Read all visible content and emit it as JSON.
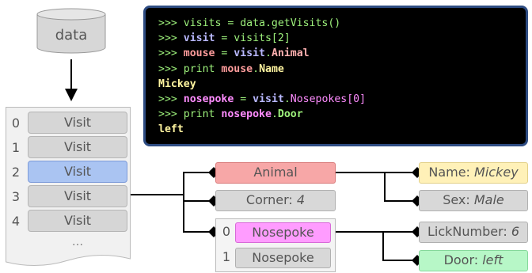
{
  "database": {
    "label": "data"
  },
  "visits": {
    "indices": [
      "0",
      "1",
      "2",
      "3",
      "4"
    ],
    "item_label": "Visit",
    "selected_index": 2,
    "more": "..."
  },
  "code": {
    "lines": [
      [
        {
          "t": ">>> visits = data.getVisits()",
          "c": "p"
        }
      ],
      [
        {
          "t": ">>> ",
          "c": "p"
        },
        {
          "t": "visit",
          "c": "v"
        },
        {
          "t": " = visits[2]",
          "c": "p"
        }
      ],
      [
        {
          "t": ">>> ",
          "c": "p"
        },
        {
          "t": "mouse",
          "c": "m"
        },
        {
          "t": " = ",
          "c": "p"
        },
        {
          "t": "visit",
          "c": "v"
        },
        {
          "t": ".",
          "c": "p"
        },
        {
          "t": "Animal",
          "c": "mb"
        }
      ],
      [
        {
          "t": ">>> print ",
          "c": "p"
        },
        {
          "t": "mouse",
          "c": "m"
        },
        {
          "t": ".",
          "c": "p"
        },
        {
          "t": "Name",
          "c": "y"
        }
      ],
      [
        {
          "t": "Mickey",
          "c": "y"
        }
      ],
      [
        {
          "t": ">>> ",
          "c": "p"
        },
        {
          "t": "nosepoke",
          "c": "n"
        },
        {
          "t": " = ",
          "c": "p"
        },
        {
          "t": "visit",
          "c": "v"
        },
        {
          "t": ".",
          "c": "p"
        },
        {
          "t": "Nosepokes[0]",
          "c": "nx"
        }
      ],
      [
        {
          "t": ">>> print ",
          "c": "p"
        },
        {
          "t": "nosepoke",
          "c": "n"
        },
        {
          "t": ".",
          "c": "p"
        },
        {
          "t": "Door",
          "c": "g"
        }
      ],
      [
        {
          "t": "left",
          "c": "y"
        }
      ]
    ]
  },
  "objects": {
    "animal": "Animal",
    "corner_label": "Corner: ",
    "corner_value": "4",
    "nosepoke_indices": [
      "0",
      "1"
    ],
    "nosepoke_label": "Nosepoke",
    "name_label": "Name: ",
    "name_value": "Mickey",
    "sex_label": "Sex: ",
    "sex_value": "Male",
    "lick_label": "LickNumber: ",
    "lick_value": "6",
    "door_label": "Door: ",
    "door_value": "left"
  },
  "colors": {
    "code_background": "#000000",
    "code_border": "#2e4c82",
    "selected_visit": "#aac4f2",
    "animal": "#f7a7a7",
    "nosepoke": "#ff9cff",
    "name": "#fff1b8",
    "door": "#b7f7c7"
  }
}
